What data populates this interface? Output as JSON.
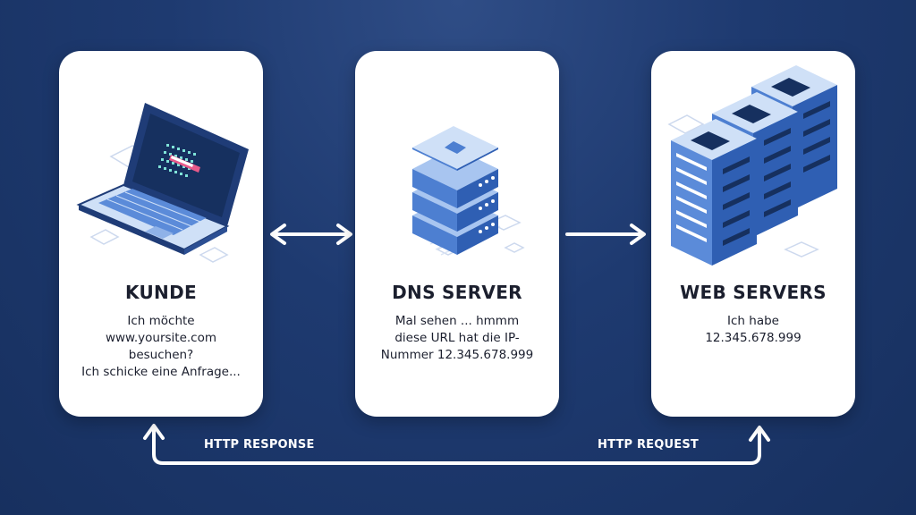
{
  "cards": {
    "client": {
      "title": "KUNDE",
      "lines": [
        "Ich möchte",
        "www.yoursite.com",
        "besuchen?",
        "Ich schicke eine Anfrage..."
      ]
    },
    "dns": {
      "title": "DNS SERVER",
      "lines": [
        "Mal sehen ... hmmm",
        "diese URL hat die IP-",
        "Nummer 12.345.678.999"
      ]
    },
    "web": {
      "title": "WEB SERVERS",
      "lines": [
        "Ich habe",
        "12.345.678.999"
      ]
    }
  },
  "flow": {
    "response_label": "HTTP RESPONSE",
    "request_label": "HTTP REQUEST"
  },
  "colors": {
    "background": "#1e3a70",
    "card": "#ffffff",
    "arrow": "#ffffff",
    "server_blue": "#4d7fd1"
  }
}
